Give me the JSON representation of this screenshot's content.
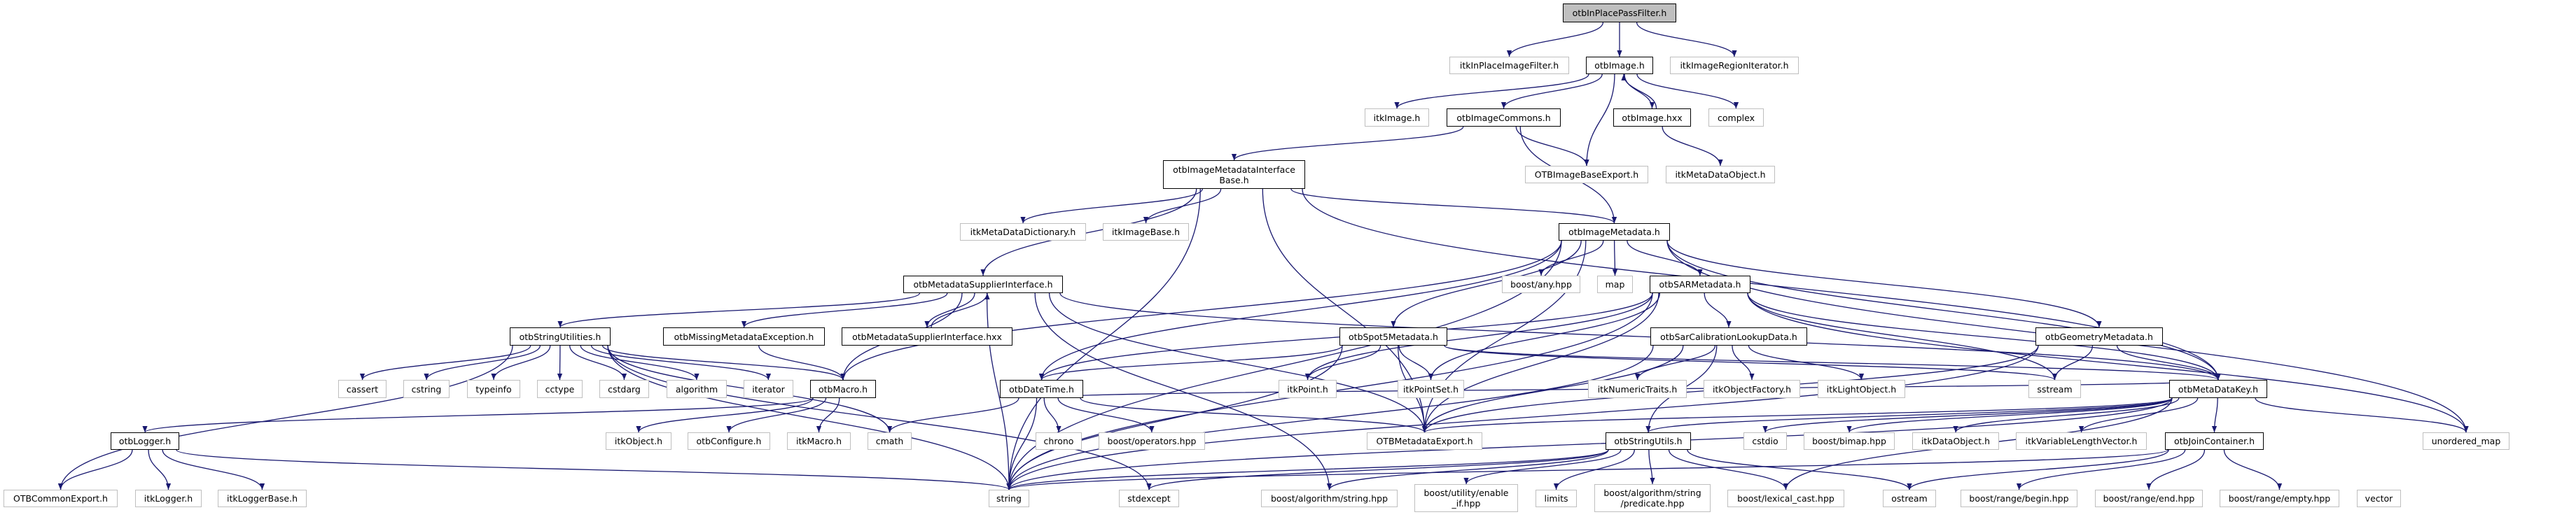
{
  "colors": {
    "edge": "#191970",
    "root_fill": "#bfbfbf",
    "external_border": "#bfbfbf",
    "internal_border": "#000000"
  },
  "nodes": [
    {
      "label": "otbInPlacePassFilter.h",
      "style": "root"
    },
    {
      "label": "itkInPlaceImageFilter.h",
      "style": "external"
    },
    {
      "label": "otbImage.h",
      "style": "internal"
    },
    {
      "label": "itkImageRegionIterator.h",
      "style": "external"
    },
    {
      "label": "itkImage.h",
      "style": "external"
    },
    {
      "label": "otbImageCommons.h",
      "style": "internal"
    },
    {
      "label": "otbImage.hxx",
      "style": "internal"
    },
    {
      "label": "complex",
      "style": "external"
    },
    {
      "label": "otbImageMetadataInterface\nBase.h",
      "style": "internal"
    },
    {
      "label": "OTBImageBaseExport.h",
      "style": "external"
    },
    {
      "label": "itkMetaDataObject.h",
      "style": "external"
    },
    {
      "label": "itkMetaDataDictionary.h",
      "style": "external"
    },
    {
      "label": "itkImageBase.h",
      "style": "external"
    },
    {
      "label": "otbImageMetadata.h",
      "style": "internal"
    },
    {
      "label": "otbMetadataSupplierInterface.h",
      "style": "internal"
    },
    {
      "label": "boost/any.hpp",
      "style": "external"
    },
    {
      "label": "map",
      "style": "external"
    },
    {
      "label": "otbSARMetadata.h",
      "style": "internal"
    },
    {
      "label": "otbStringUtilities.h",
      "style": "internal"
    },
    {
      "label": "otbMissingMetadataException.h",
      "style": "internal"
    },
    {
      "label": "otbMetadataSupplierInterface.hxx",
      "style": "internal"
    },
    {
      "label": "otbSpot5Metadata.h",
      "style": "internal"
    },
    {
      "label": "otbSarCalibrationLookupData.h",
      "style": "internal"
    },
    {
      "label": "otbGeometryMetadata.h",
      "style": "internal"
    },
    {
      "label": "cassert",
      "style": "external"
    },
    {
      "label": "cstring",
      "style": "external"
    },
    {
      "label": "typeinfo",
      "style": "external"
    },
    {
      "label": "cctype",
      "style": "external"
    },
    {
      "label": "cstdarg",
      "style": "external"
    },
    {
      "label": "algorithm",
      "style": "external"
    },
    {
      "label": "iterator",
      "style": "external"
    },
    {
      "label": "otbMacro.h",
      "style": "internal"
    },
    {
      "label": "otbDateTime.h",
      "style": "internal"
    },
    {
      "label": "itkPoint.h",
      "style": "external"
    },
    {
      "label": "itkPointSet.h",
      "style": "external"
    },
    {
      "label": "itkNumericTraits.h",
      "style": "external"
    },
    {
      "label": "itkObjectFactory.h",
      "style": "external"
    },
    {
      "label": "itkLightObject.h",
      "style": "external"
    },
    {
      "label": "sstream",
      "style": "external"
    },
    {
      "label": "otbMetaDataKey.h",
      "style": "internal"
    },
    {
      "label": "otbLogger.h",
      "style": "internal"
    },
    {
      "label": "itkObject.h",
      "style": "external"
    },
    {
      "label": "otbConfigure.h",
      "style": "external"
    },
    {
      "label": "itkMacro.h",
      "style": "external"
    },
    {
      "label": "cmath",
      "style": "external"
    },
    {
      "label": "chrono",
      "style": "external"
    },
    {
      "label": "boost/operators.hpp",
      "style": "external"
    },
    {
      "label": "OTBMetadataExport.h",
      "style": "external"
    },
    {
      "label": "otbStringUtils.h",
      "style": "internal"
    },
    {
      "label": "cstdio",
      "style": "external"
    },
    {
      "label": "boost/bimap.hpp",
      "style": "external"
    },
    {
      "label": "itkDataObject.h",
      "style": "external"
    },
    {
      "label": "itkVariableLengthVector.h",
      "style": "external"
    },
    {
      "label": "otbJoinContainer.h",
      "style": "internal"
    },
    {
      "label": "unordered_map",
      "style": "external"
    },
    {
      "label": "OTBCommonExport.h",
      "style": "external"
    },
    {
      "label": "itkLogger.h",
      "style": "external"
    },
    {
      "label": "itkLoggerBase.h",
      "style": "external"
    },
    {
      "label": "string",
      "style": "external"
    },
    {
      "label": "stdexcept",
      "style": "external"
    },
    {
      "label": "boost/algorithm/string.hpp",
      "style": "external"
    },
    {
      "label": "boost/utility/enable\n_if.hpp",
      "style": "external"
    },
    {
      "label": "limits",
      "style": "external"
    },
    {
      "label": "boost/algorithm/string\n/predicate.hpp",
      "style": "external"
    },
    {
      "label": "boost/lexical_cast.hpp",
      "style": "external"
    },
    {
      "label": "ostream",
      "style": "external"
    },
    {
      "label": "boost/range/begin.hpp",
      "style": "external"
    },
    {
      "label": "boost/range/end.hpp",
      "style": "external"
    },
    {
      "label": "boost/range/empty.hpp",
      "style": "external"
    },
    {
      "label": "vector",
      "style": "external"
    }
  ],
  "edges": [
    [
      0,
      1
    ],
    [
      0,
      2
    ],
    [
      0,
      3
    ],
    [
      2,
      4
    ],
    [
      2,
      5
    ],
    [
      2,
      9
    ],
    [
      2,
      6
    ],
    [
      2,
      7
    ],
    [
      6,
      2
    ],
    [
      6,
      10
    ],
    [
      5,
      8
    ],
    [
      5,
      9
    ],
    [
      5,
      13
    ],
    [
      8,
      11
    ],
    [
      8,
      12
    ],
    [
      8,
      14
    ],
    [
      8,
      47
    ],
    [
      8,
      13
    ],
    [
      8,
      39
    ],
    [
      8,
      58
    ],
    [
      13,
      15
    ],
    [
      13,
      16
    ],
    [
      13,
      17
    ],
    [
      13,
      21
    ],
    [
      13,
      23
    ],
    [
      13,
      39
    ],
    [
      13,
      47
    ],
    [
      13,
      58
    ],
    [
      13,
      32
    ],
    [
      13,
      54
    ],
    [
      13,
      70
    ],
    [
      13,
      31
    ],
    [
      14,
      18
    ],
    [
      14,
      19
    ],
    [
      14,
      20
    ],
    [
      14,
      47
    ],
    [
      14,
      60
    ],
    [
      14,
      39
    ],
    [
      14,
      58
    ],
    [
      14,
      70
    ],
    [
      14,
      31
    ],
    [
      20,
      14
    ],
    [
      19,
      31
    ],
    [
      18,
      24
    ],
    [
      18,
      25
    ],
    [
      18,
      26
    ],
    [
      18,
      27
    ],
    [
      18,
      28
    ],
    [
      18,
      29
    ],
    [
      18,
      30
    ],
    [
      18,
      31
    ],
    [
      18,
      44
    ],
    [
      18,
      55
    ],
    [
      18,
      58
    ],
    [
      18,
      59
    ],
    [
      18,
      70
    ],
    [
      31,
      40
    ],
    [
      31,
      41
    ],
    [
      31,
      42
    ],
    [
      31,
      43
    ],
    [
      40,
      55
    ],
    [
      40,
      56
    ],
    [
      40,
      57
    ],
    [
      40,
      58
    ],
    [
      32,
      44
    ],
    [
      32,
      45
    ],
    [
      32,
      46
    ],
    [
      32,
      47
    ],
    [
      32,
      58
    ],
    [
      17,
      22
    ],
    [
      17,
      47
    ],
    [
      17,
      34
    ],
    [
      17,
      33
    ],
    [
      17,
      32
    ],
    [
      17,
      58
    ],
    [
      17,
      38
    ],
    [
      17,
      39
    ],
    [
      17,
      70
    ],
    [
      17,
      54
    ],
    [
      21,
      33
    ],
    [
      21,
      34
    ],
    [
      21,
      32
    ],
    [
      21,
      47
    ],
    [
      21,
      58
    ],
    [
      21,
      38
    ],
    [
      21,
      39
    ],
    [
      21,
      70
    ],
    [
      22,
      35
    ],
    [
      22,
      36
    ],
    [
      22,
      37
    ],
    [
      22,
      47
    ],
    [
      22,
      58
    ],
    [
      22,
      48
    ],
    [
      23,
      38
    ],
    [
      23,
      39
    ],
    [
      23,
      47
    ],
    [
      23,
      58
    ],
    [
      23,
      70
    ],
    [
      39,
      47
    ],
    [
      39,
      48
    ],
    [
      39,
      49
    ],
    [
      39,
      50
    ],
    [
      39,
      51
    ],
    [
      39,
      52
    ],
    [
      39,
      53
    ],
    [
      39,
      54
    ],
    [
      39,
      70
    ],
    [
      39,
      58
    ],
    [
      39,
      32
    ],
    [
      39,
      64
    ],
    [
      48,
      58
    ],
    [
      48,
      59
    ],
    [
      48,
      60
    ],
    [
      48,
      61
    ],
    [
      48,
      62
    ],
    [
      48,
      63
    ],
    [
      48,
      64
    ],
    [
      48,
      70
    ],
    [
      48,
      65
    ],
    [
      53,
      65
    ],
    [
      53,
      66
    ],
    [
      53,
      67
    ],
    [
      53,
      68
    ],
    [
      53,
      58
    ],
    [
      53,
      70
    ]
  ]
}
